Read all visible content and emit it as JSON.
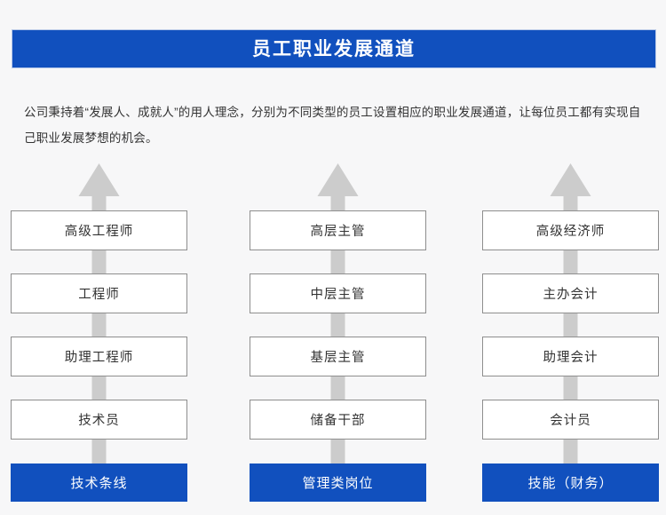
{
  "banner": {
    "title": "员工职业发展通道",
    "background_color": "#1150be",
    "text_color": "#ffffff"
  },
  "intro": {
    "paragraph": "公司秉持着“发展人、成就人”的用人理念，分别为不同类型的员工设置相应的职业发展通道，让每位员工都有实现自己职业发展梦想的机会。"
  },
  "theme": {
    "page_background": "#f7f7f8",
    "accent_blue": "#1150be",
    "arrow_gray": "#cccccc",
    "box_border": "#8e8e8e",
    "box_fill": "#ffffff",
    "text_color": "#333333"
  },
  "columns": [
    {
      "id": "technical",
      "arrow_icon": "up-arrow-icon",
      "levels": [
        "高级工程师",
        "工程师",
        "助理工程师",
        "技术员"
      ],
      "footer": "技术条线"
    },
    {
      "id": "management",
      "arrow_icon": "up-arrow-icon",
      "levels": [
        "高层主管",
        "中层主管",
        "基层主管",
        "储备干部"
      ],
      "footer": "管理类岗位"
    },
    {
      "id": "skill-finance",
      "arrow_icon": "up-arrow-icon",
      "levels": [
        "高级经济师",
        "主办会计",
        "助理会计",
        "会计员"
      ],
      "footer": "技能（财务）"
    }
  ]
}
